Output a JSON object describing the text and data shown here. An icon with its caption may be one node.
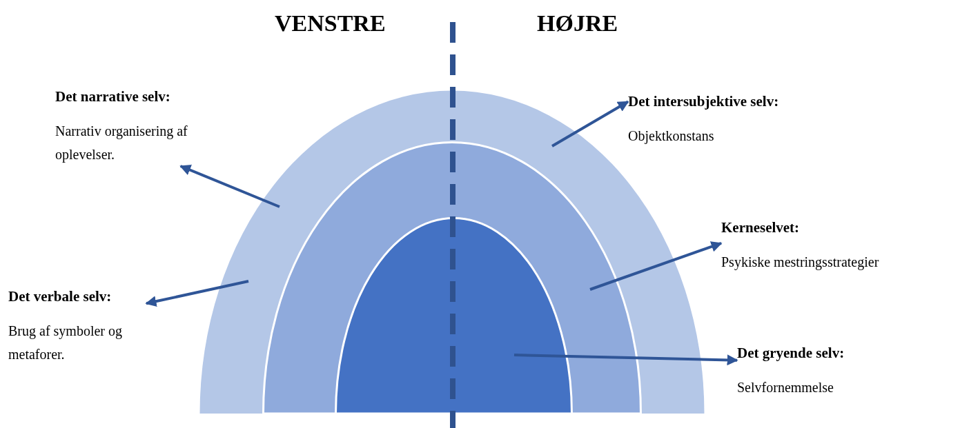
{
  "diagram": {
    "nodes": [
      {
        "text": [],
        "shape": "arch"
      },
      {
        "text": [],
        "shape": "arch",
        "in": 0
      },
      {
        "text": [],
        "shape": "arch",
        "in": 1
      },
      {
        "text": [
          "Det narrative selv:",
          "Narrativ organisering af oplevelser."
        ]
      },
      {
        "text": [
          "Det intersubjektive selv:",
          "Objektkonstans"
        ]
      },
      {
        "text": [
          "Kerneselvet:",
          "Psykiske mestringsstrategier"
        ]
      },
      {
        "text": [
          "Det verbale selv:",
          "Brug af symboler og metaforer."
        ]
      },
      {
        "text": [
          "Det gryende selv:",
          "Selvfornemmelse"
        ]
      }
    ],
    "edges": [
      {
        "from": 0,
        "to": 3,
        "arrow": "to"
      },
      {
        "from": 0,
        "to": 4,
        "arrow": "to"
      },
      {
        "from": 1,
        "to": 5,
        "arrow": "to"
      },
      {
        "from": 0,
        "to": 6,
        "arrow": "to"
      },
      {
        "from": 2,
        "to": 7,
        "arrow": "to"
      }
    ],
    "labels": [
      "VENSTRE",
      "HØJRE"
    ]
  }
}
